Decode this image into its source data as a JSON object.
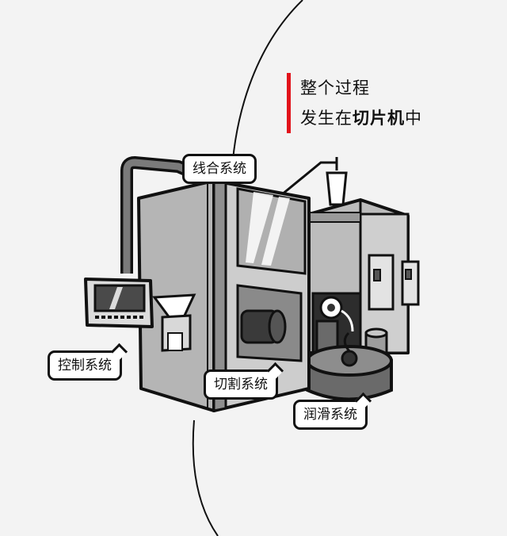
{
  "heading": {
    "line1": "整个过程",
    "line2_prefix": "发生在",
    "line2_bold": "切片机",
    "line2_suffix": "中"
  },
  "callouts": {
    "wire": "线合系统",
    "control": "控制系统",
    "cutting": "切割系统",
    "lubrication": "润滑系统"
  },
  "colors": {
    "accent": "#e2131b",
    "outline": "#111111",
    "background": "#f3f3f3"
  }
}
